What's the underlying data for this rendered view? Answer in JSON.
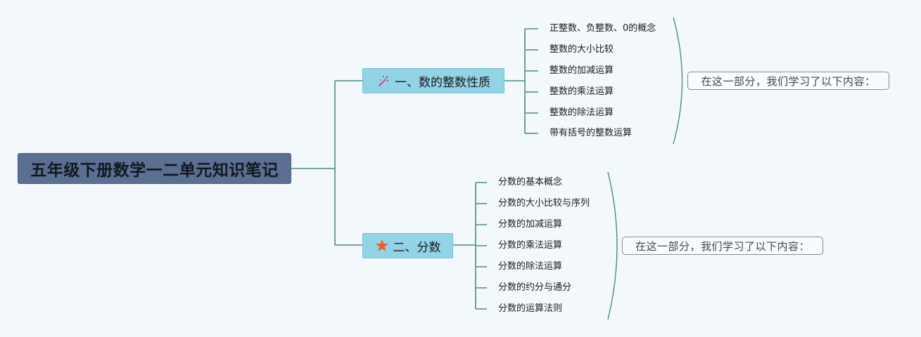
{
  "root": {
    "title": "五年级下册数学一二单元知识笔记"
  },
  "branches": [
    {
      "label": "一、数的整数性质",
      "icon": "magic-wand-icon",
      "items": [
        "正整数、负整数、0的概念",
        "整数的大小比较",
        "整数的加减运算",
        "整数的乘法运算",
        "整数的除法运算",
        "带有括号的整数运算"
      ],
      "summary": "在这一部分，我们学习了以下内容："
    },
    {
      "label": "二、分数",
      "icon": "star-icon",
      "items": [
        "分数的基本概念",
        "分数的大小比较与序列",
        "分数的加减运算",
        "分数的乘法运算",
        "分数的除法运算",
        "分数的约分与通分",
        "分数的运算法则"
      ],
      "summary": "在这一部分，我们学习了以下内容："
    }
  ],
  "colors": {
    "connector": "#4a8c7c",
    "root_fill": "#5b6f92",
    "branch_fill": "#93d3e6",
    "star": "#e8622c",
    "wand": "#d23a6e"
  }
}
